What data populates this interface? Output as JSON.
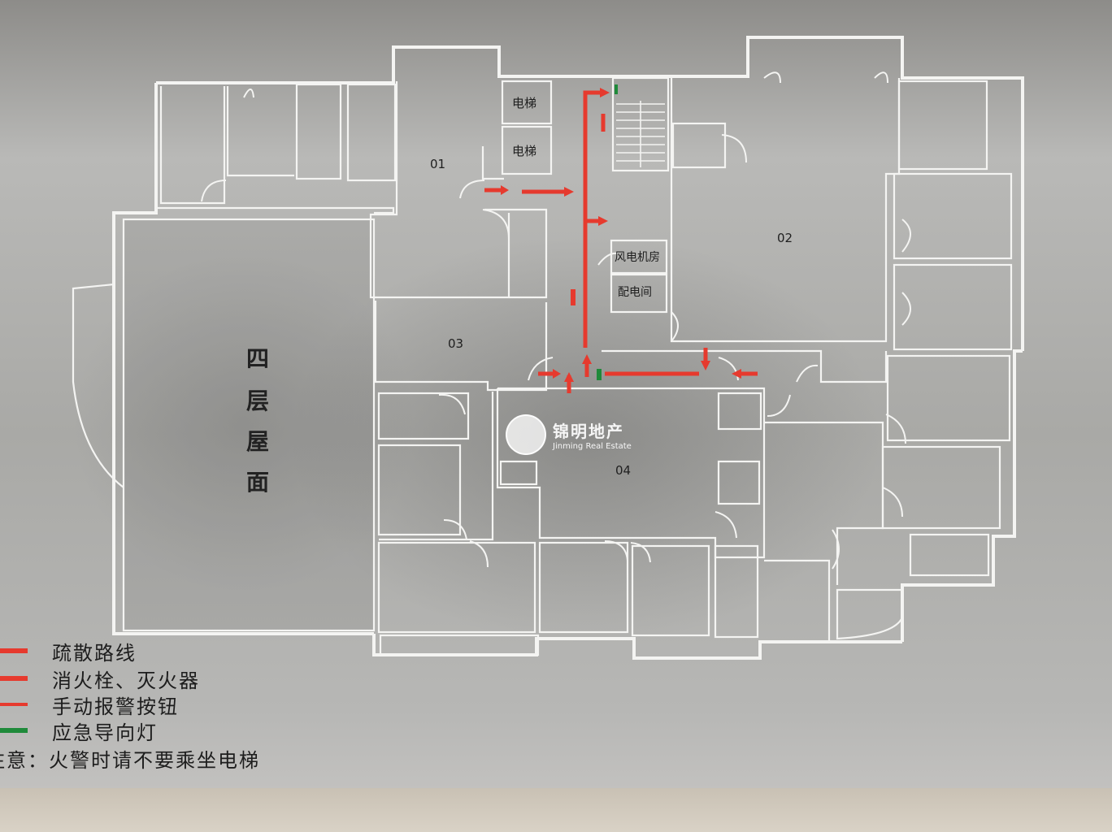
{
  "plan": {
    "units": [
      "01",
      "02",
      "03",
      "04"
    ],
    "rooms": {
      "elevator_1": "电梯",
      "elevator_2": "电梯",
      "fan_room": "风电机房",
      "power_room": "配电间"
    },
    "roof_chars": [
      "四",
      "层",
      "屋",
      "面"
    ]
  },
  "legend": {
    "items": [
      {
        "text": "疏散路线",
        "color": "#e63a2e"
      },
      {
        "text": "消火栓、灭火器",
        "color": "#e63a2e"
      },
      {
        "text": "手动报警按钮",
        "color": "#e63a2e"
      },
      {
        "text": "应急导向灯",
        "color": "#1f8a3a"
      }
    ],
    "note": "注意：火警时请不要乘坐电梯"
  },
  "watermark": {
    "cn": "锦明地产",
    "en": "Jinming Real Estate"
  }
}
